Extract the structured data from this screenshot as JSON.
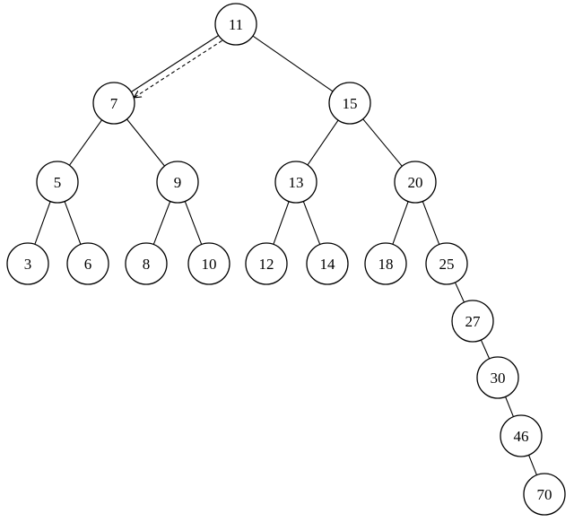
{
  "tree": {
    "nodes": [
      {
        "id": "n11",
        "label": "11"
      },
      {
        "id": "n7",
        "label": "7"
      },
      {
        "id": "n15",
        "label": "15"
      },
      {
        "id": "n5",
        "label": "5"
      },
      {
        "id": "n9",
        "label": "9"
      },
      {
        "id": "n13",
        "label": "13"
      },
      {
        "id": "n20",
        "label": "20"
      },
      {
        "id": "n3",
        "label": "3"
      },
      {
        "id": "n6",
        "label": "6"
      },
      {
        "id": "n8",
        "label": "8"
      },
      {
        "id": "n10",
        "label": "10"
      },
      {
        "id": "n12",
        "label": "12"
      },
      {
        "id": "n14",
        "label": "14"
      },
      {
        "id": "n18",
        "label": "18"
      },
      {
        "id": "n25",
        "label": "25"
      },
      {
        "id": "n27",
        "label": "27"
      },
      {
        "id": "n30",
        "label": "30"
      },
      {
        "id": "n46",
        "label": "46"
      },
      {
        "id": "n70",
        "label": "70"
      }
    ],
    "edges": [
      [
        "n11",
        "n7"
      ],
      [
        "n11",
        "n15"
      ],
      [
        "n7",
        "n5"
      ],
      [
        "n7",
        "n9"
      ],
      [
        "n15",
        "n13"
      ],
      [
        "n15",
        "n20"
      ],
      [
        "n5",
        "n3"
      ],
      [
        "n5",
        "n6"
      ],
      [
        "n9",
        "n8"
      ],
      [
        "n9",
        "n10"
      ],
      [
        "n13",
        "n12"
      ],
      [
        "n13",
        "n14"
      ],
      [
        "n20",
        "n18"
      ],
      [
        "n20",
        "n25"
      ],
      [
        "n25",
        "n27"
      ],
      [
        "n27",
        "n30"
      ],
      [
        "n30",
        "n46"
      ],
      [
        "n46",
        "n70"
      ]
    ],
    "dashed_arrow": {
      "from": "n11",
      "to": "n7"
    },
    "colors": {
      "stroke": "#000000",
      "fill": "#ffffff"
    }
  }
}
